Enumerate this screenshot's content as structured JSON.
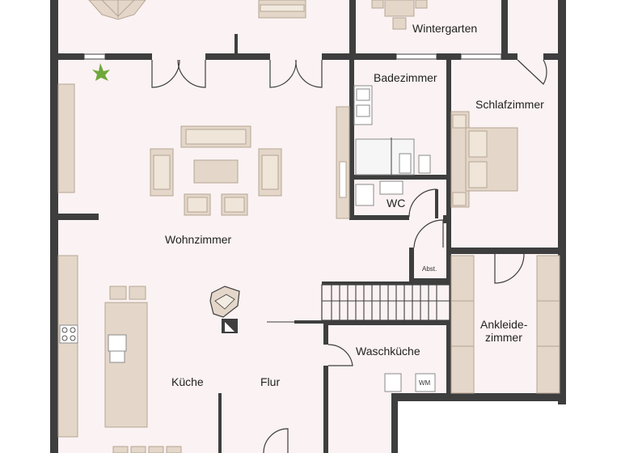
{
  "rooms": {
    "wintergarten": "Wintergarten",
    "badezimmer": "Badezimmer",
    "schlafzimmer": "Schlafzimmer",
    "wc": "WC",
    "wohnzimmer": "Wohnzimmer",
    "abst": "Abst.",
    "ankleide_line1": "Ankleide-",
    "ankleide_line2": "zimmer",
    "waschkueche": "Waschküche",
    "kueche": "Küche",
    "flur": "Flur"
  },
  "appliances": {
    "washing_machine": "WM"
  },
  "colors": {
    "wall": "#3e3e3e",
    "floor": "#fbf2f3",
    "furniture": "#e4d7c9",
    "furniture_stroke": "#b5a594",
    "plant": "#6fa83a"
  }
}
